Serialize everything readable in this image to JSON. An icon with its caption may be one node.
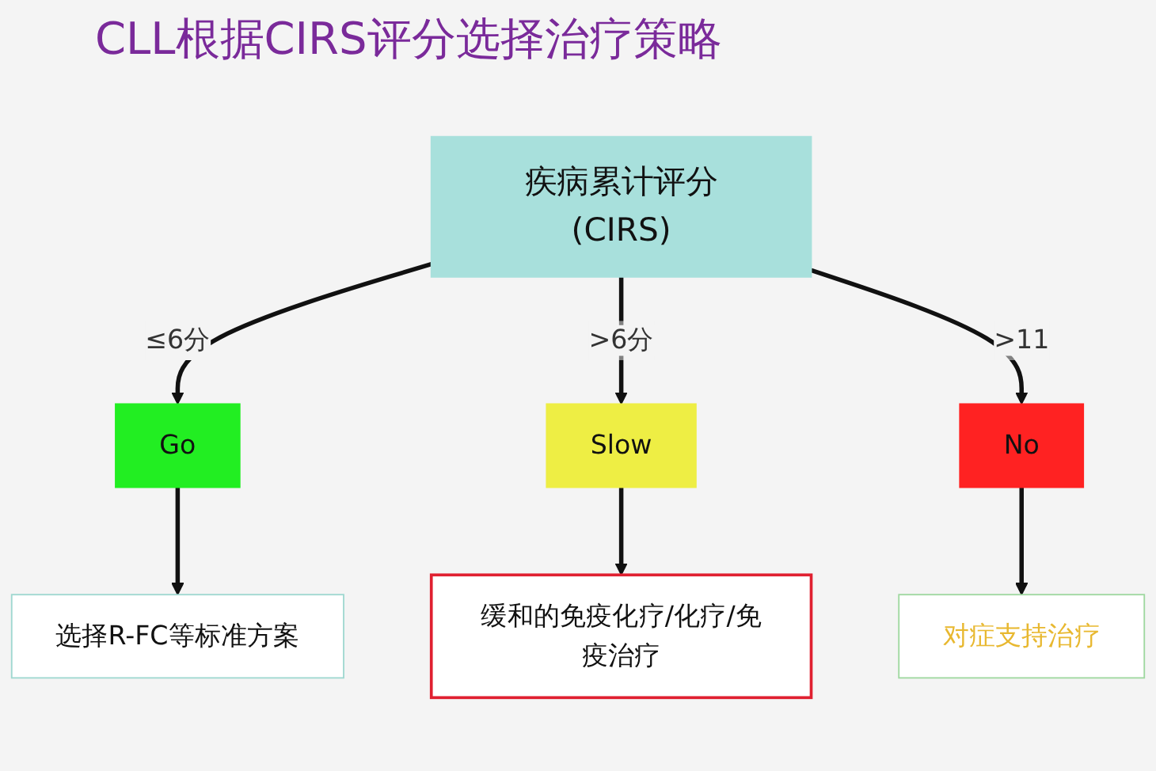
{
  "diagram": {
    "title": "CLL根据CIRS评分选择治疗策略",
    "nodes": [
      {
        "text": [
          "疾病累计评分(CIRS)"
        ]
      },
      {
        "text": [
          "Go"
        ]
      },
      {
        "text": [
          "Slow"
        ]
      },
      {
        "text": [
          "No"
        ]
      },
      {
        "text": [
          "选择R-FC等标准方案"
        ]
      },
      {
        "text": [
          "缓和的免疫化疗/化疗/免疫治疗"
        ]
      },
      {
        "text": [
          "对症支持治疗"
        ]
      }
    ],
    "edges": [
      {
        "from": 0,
        "to": 1,
        "arrow": "to",
        "label": "≤6分"
      },
      {
        "from": 0,
        "to": 2,
        "arrow": "to",
        "label": ">6分"
      },
      {
        "from": 0,
        "to": 3,
        "arrow": "to",
        "label": ">11"
      },
      {
        "from": 1,
        "to": 4,
        "arrow": "to"
      },
      {
        "from": 2,
        "to": 5,
        "arrow": "to"
      },
      {
        "from": 3,
        "to": 6,
        "arrow": "to"
      }
    ]
  }
}
